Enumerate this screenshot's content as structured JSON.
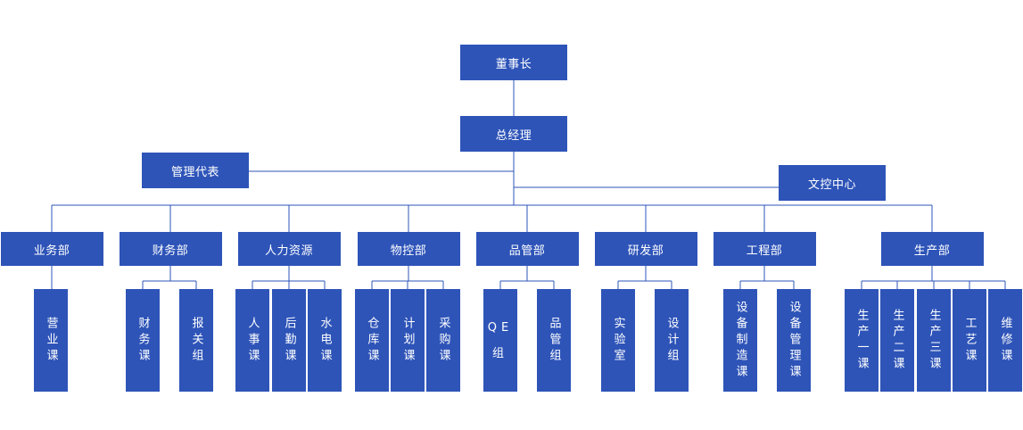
{
  "chairman": "董事长",
  "general_manager": "总经理",
  "management_rep": "管理代表",
  "doc_control": "文控中心",
  "departments": [
    {
      "name": "业务部",
      "units": [
        "营业课"
      ]
    },
    {
      "name": "财务部",
      "units": [
        "财务课",
        "报关组"
      ]
    },
    {
      "name": "人力资源",
      "units": [
        "人事课",
        "后勤课",
        "水电课"
      ]
    },
    {
      "name": "物控部",
      "units": [
        "仓库课",
        "计划课",
        "采购课"
      ]
    },
    {
      "name": "品管部",
      "units": [
        "QE组",
        "品管组"
      ]
    },
    {
      "name": "研发部",
      "units": [
        "实验室",
        "设计组"
      ]
    },
    {
      "name": "工程部",
      "units": [
        "设备制造课",
        "设备管理课"
      ]
    },
    {
      "name": "生产部",
      "units": [
        "生产一课",
        "生产二课",
        "生产三课",
        "工艺课",
        "维修课"
      ]
    }
  ],
  "colors": {
    "box": "#2e54b8",
    "line": "#2e54b8",
    "text": "#ffffff"
  }
}
